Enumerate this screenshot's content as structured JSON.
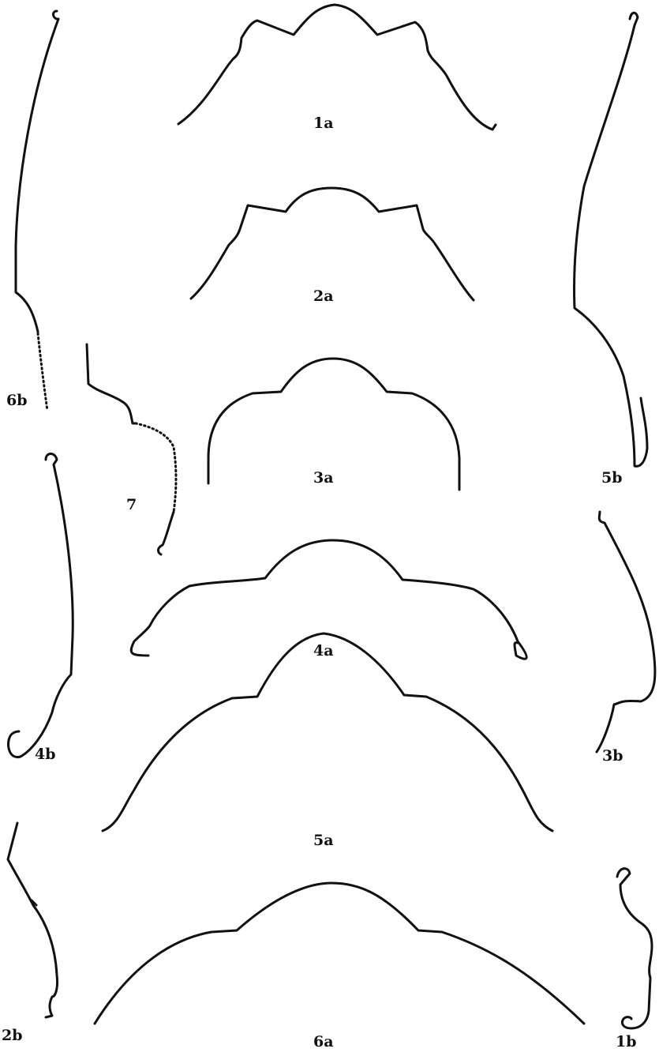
{
  "plate": {
    "labels": {
      "fig_1a": "1a",
      "fig_2a": "2a",
      "fig_3a": "3a",
      "fig_4a": "4a",
      "fig_5a": "5a",
      "fig_6a": "6a",
      "fig_1b": "1b",
      "fig_2b": "2b",
      "fig_3b": "3b",
      "fig_4b": "4b",
      "fig_5b": "5b",
      "fig_6b": "6b",
      "fig_7": "7"
    },
    "ink_color": "#111111"
  }
}
